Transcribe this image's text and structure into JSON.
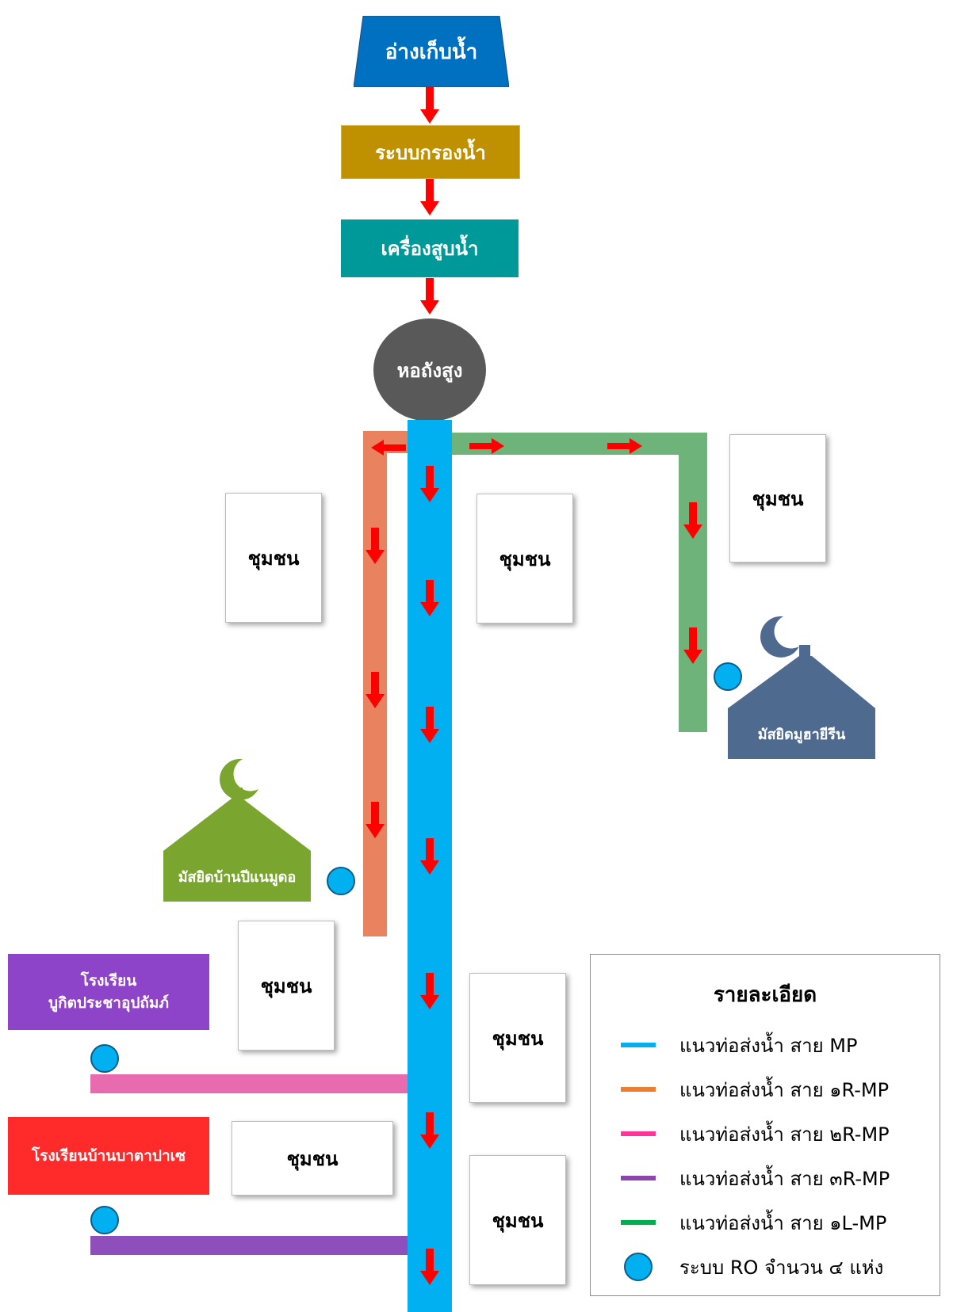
{
  "flow": {
    "reservoir": "อ่างเก็บน้ำ",
    "filter": "ระบบกรองน้ำ",
    "pump": "เครื่องสูบน้ำ",
    "tower": "หอถังสูง"
  },
  "communities": [
    "ชุมชน",
    "ชุมชน",
    "ชุมชน",
    "ชุมชน",
    "ชุมชน",
    "ชุมชน",
    "ชุมชน"
  ],
  "mosques": {
    "right": "มัสยิดมูฮายีรีน",
    "left": "มัสยิดบ้านปีแนมูดอ"
  },
  "schools": {
    "school1_line1": "โรงเรียน",
    "school1_line2": "บูกิตประชาอุปถัมภ์",
    "school2": "โรงเรียนบ้านบาตาปาเซ"
  },
  "legend": {
    "title": "รายละเอียด",
    "items": [
      {
        "label": "แนวท่อส่งน้ำ สาย MP",
        "color": "#00b0f0"
      },
      {
        "label": "แนวท่อส่งน้ำ สาย ๑R-MP",
        "color": "#ed7d31"
      },
      {
        "label": "แนวท่อส่งน้ำ สาย ๒R-MP",
        "color": "#ff3399"
      },
      {
        "label": "แนวท่อส่งน้ำ สาย ๓R-MP",
        "color": "#8e44ad"
      },
      {
        "label": "แนวท่อส่งน้ำ สาย ๑L-MP",
        "color": "#00b050"
      },
      {
        "label": "ระบบ RO จำนวน ๔ แห่ง",
        "color": "#00b0f0"
      }
    ]
  },
  "colors": {
    "reservoir": "#0070c0",
    "filter": "#bf9000",
    "pump": "#009999",
    "tower": "#595959",
    "pipe_mp": "#00b0f0",
    "pipe_1r": "#e8825f",
    "pipe_2r": "#e86bb0",
    "pipe_3r": "#8e4fbd",
    "pipe_1l": "#6db37a",
    "arrow": "#ff0000",
    "mosque_right": "#4f6a8f",
    "mosque_left": "#7aa62f",
    "school1": "#8e44c8",
    "school2": "#ff2a2a"
  }
}
